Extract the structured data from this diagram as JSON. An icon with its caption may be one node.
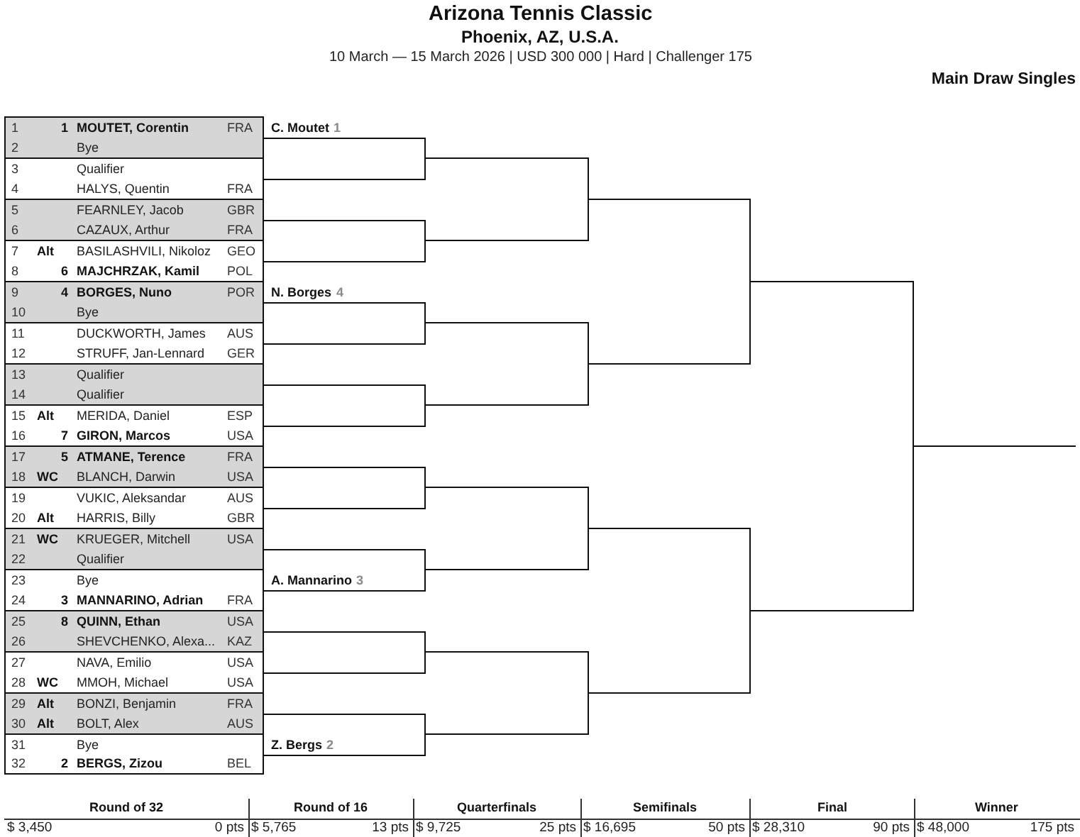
{
  "diagram": {
    "title": "Arizona Tennis Classic",
    "nodes": [
      {
        "text": [
          "1",
          "1",
          "MOUTET, Corentin",
          "FRA"
        ]
      },
      {
        "text": [
          "2",
          "Bye"
        ]
      },
      {
        "text": [
          "3",
          "Qualifier"
        ]
      },
      {
        "text": [
          "4",
          "HALYS, Quentin",
          "FRA"
        ]
      },
      {
        "text": [
          "5",
          "FEARNLEY, Jacob",
          "GBR"
        ]
      },
      {
        "text": [
          "6",
          "CAZAUX, Arthur",
          "FRA"
        ]
      },
      {
        "text": [
          "7",
          "Alt",
          "BASILASHVILI, Nikoloz",
          "GEO"
        ]
      },
      {
        "text": [
          "8",
          "6",
          "MAJCHRZAK, Kamil",
          "POL"
        ]
      },
      {
        "text": [
          "9",
          "4",
          "BORGES, Nuno",
          "POR"
        ]
      },
      {
        "text": [
          "10",
          "Bye"
        ]
      },
      {
        "text": [
          "11",
          "DUCKWORTH, James",
          "AUS"
        ]
      },
      {
        "text": [
          "12",
          "STRUFF, Jan-Lennard",
          "GER"
        ]
      },
      {
        "text": [
          "13",
          "Qualifier"
        ]
      },
      {
        "text": [
          "14",
          "Qualifier"
        ]
      },
      {
        "text": [
          "15",
          "Alt",
          "MERIDA, Daniel",
          "ESP"
        ]
      },
      {
        "text": [
          "16",
          "7",
          "GIRON, Marcos",
          "USA"
        ]
      },
      {
        "text": [
          "17",
          "5",
          "ATMANE, Terence",
          "FRA"
        ]
      },
      {
        "text": [
          "18",
          "WC",
          "BLANCH, Darwin",
          "USA"
        ]
      },
      {
        "text": [
          "19",
          "VUKIC, Aleksandar",
          "AUS"
        ]
      },
      {
        "text": [
          "20",
          "Alt",
          "HARRIS, Billy",
          "GBR"
        ]
      },
      {
        "text": [
          "21",
          "WC",
          "KRUEGER, Mitchell",
          "USA"
        ]
      },
      {
        "text": [
          "22",
          "Qualifier"
        ]
      },
      {
        "text": [
          "23",
          "Bye"
        ]
      },
      {
        "text": [
          "24",
          "3",
          "MANNARINO, Adrian",
          "FRA"
        ]
      },
      {
        "text": [
          "25",
          "8",
          "QUINN, Ethan",
          "USA"
        ]
      },
      {
        "text": [
          "26",
          "SHEVCHENKO, Alexa...",
          "KAZ"
        ]
      },
      {
        "text": [
          "27",
          "NAVA, Emilio",
          "USA"
        ]
      },
      {
        "text": [
          "28",
          "WC",
          "MMOH, Michael",
          "USA"
        ]
      },
      {
        "text": [
          "29",
          "Alt",
          "BONZI, Benjamin",
          "FRA"
        ]
      },
      {
        "text": [
          "30",
          "Alt",
          "BOLT, Alex",
          "AUS"
        ]
      },
      {
        "text": [
          "31",
          "Bye"
        ]
      },
      {
        "text": [
          "32",
          "2",
          "BERGS, Zizou",
          "BEL"
        ]
      },
      {
        "text": [
          "C. Moutet",
          "1"
        ]
      },
      {
        "text": [],
        "shape": "line"
      },
      {
        "text": [],
        "shape": "line"
      },
      {
        "text": [],
        "shape": "line"
      },
      {
        "text": [
          "N. Borges",
          "4"
        ]
      },
      {
        "text": [],
        "shape": "line"
      },
      {
        "text": [],
        "shape": "line"
      },
      {
        "text": [],
        "shape": "line"
      },
      {
        "text": [],
        "shape": "line"
      },
      {
        "text": [],
        "shape": "line"
      },
      {
        "text": [],
        "shape": "line"
      },
      {
        "text": [
          "A. Mannarino",
          "3"
        ]
      },
      {
        "text": [],
        "shape": "line"
      },
      {
        "text": [],
        "shape": "line"
      },
      {
        "text": [],
        "shape": "line"
      },
      {
        "text": [
          "Z. Bergs",
          "2"
        ]
      },
      {
        "text": [],
        "shape": "line"
      },
      {
        "text": [],
        "shape": "line"
      },
      {
        "text": [],
        "shape": "line"
      },
      {
        "text": [],
        "shape": "line"
      },
      {
        "text": [],
        "shape": "line"
      },
      {
        "text": [],
        "shape": "line"
      },
      {
        "text": [],
        "shape": "line"
      },
      {
        "text": [],
        "shape": "line"
      },
      {
        "text": [],
        "shape": "line"
      },
      {
        "text": [],
        "shape": "line"
      },
      {
        "text": [],
        "shape": "line"
      },
      {
        "text": [],
        "shape": "line"
      },
      {
        "text": [],
        "shape": "line"
      },
      {
        "text": [],
        "shape": "line"
      },
      {
        "text": [],
        "shape": "line"
      }
    ],
    "edges": [
      {
        "from": 32,
        "to": 48,
        "arrow": "none"
      },
      {
        "from": 33,
        "to": 48,
        "arrow": "none"
      },
      {
        "from": 34,
        "to": 49,
        "arrow": "none"
      },
      {
        "from": 35,
        "to": 49,
        "arrow": "none"
      },
      {
        "from": 36,
        "to": 50,
        "arrow": "none"
      },
      {
        "from": 37,
        "to": 50,
        "arrow": "none"
      },
      {
        "from": 38,
        "to": 51,
        "arrow": "none"
      },
      {
        "from": 39,
        "to": 51,
        "arrow": "none"
      },
      {
        "from": 40,
        "to": 52,
        "arrow": "none"
      },
      {
        "from": 41,
        "to": 52,
        "arrow": "none"
      },
      {
        "from": 42,
        "to": 53,
        "arrow": "none"
      },
      {
        "from": 43,
        "to": 53,
        "arrow": "none"
      },
      {
        "from": 44,
        "to": 54,
        "arrow": "none"
      },
      {
        "from": 45,
        "to": 54,
        "arrow": "none"
      },
      {
        "from": 46,
        "to": 55,
        "arrow": "none"
      },
      {
        "from": 47,
        "to": 55,
        "arrow": "none"
      },
      {
        "from": 48,
        "to": 56,
        "arrow": "none"
      },
      {
        "from": 49,
        "to": 56,
        "arrow": "none"
      },
      {
        "from": 50,
        "to": 57,
        "arrow": "none"
      },
      {
        "from": 51,
        "to": 57,
        "arrow": "none"
      },
      {
        "from": 52,
        "to": 58,
        "arrow": "none"
      },
      {
        "from": 53,
        "to": 58,
        "arrow": "none"
      },
      {
        "from": 54,
        "to": 59,
        "arrow": "none"
      },
      {
        "from": 55,
        "to": 59,
        "arrow": "none"
      },
      {
        "from": 56,
        "to": 60,
        "arrow": "none"
      },
      {
        "from": 57,
        "to": 60,
        "arrow": "none"
      },
      {
        "from": 58,
        "to": 61,
        "arrow": "none"
      },
      {
        "from": 59,
        "to": 61,
        "arrow": "none"
      },
      {
        "from": 60,
        "to": 62,
        "arrow": "none"
      },
      {
        "from": 61,
        "to": 62,
        "arrow": "none"
      }
    ],
    "labels": [
      "Phoenix, AZ, U.S.A.",
      "10 March — 15 March 2026 | USD 300 000 | Hard | Challenger 175",
      "Main Draw Singles",
      "Round of 32",
      "Round of 16",
      "Quarterfinals",
      "Semifinals",
      "Final",
      "Winner",
      "$ 3,450",
      "0 pts",
      "$ 5,765",
      "13 pts",
      "$ 9,725",
      "25 pts",
      "$ 16,695",
      "50 pts",
      "$ 28,310",
      "90 pts",
      "$ 48,000",
      "175 pts"
    ]
  }
}
